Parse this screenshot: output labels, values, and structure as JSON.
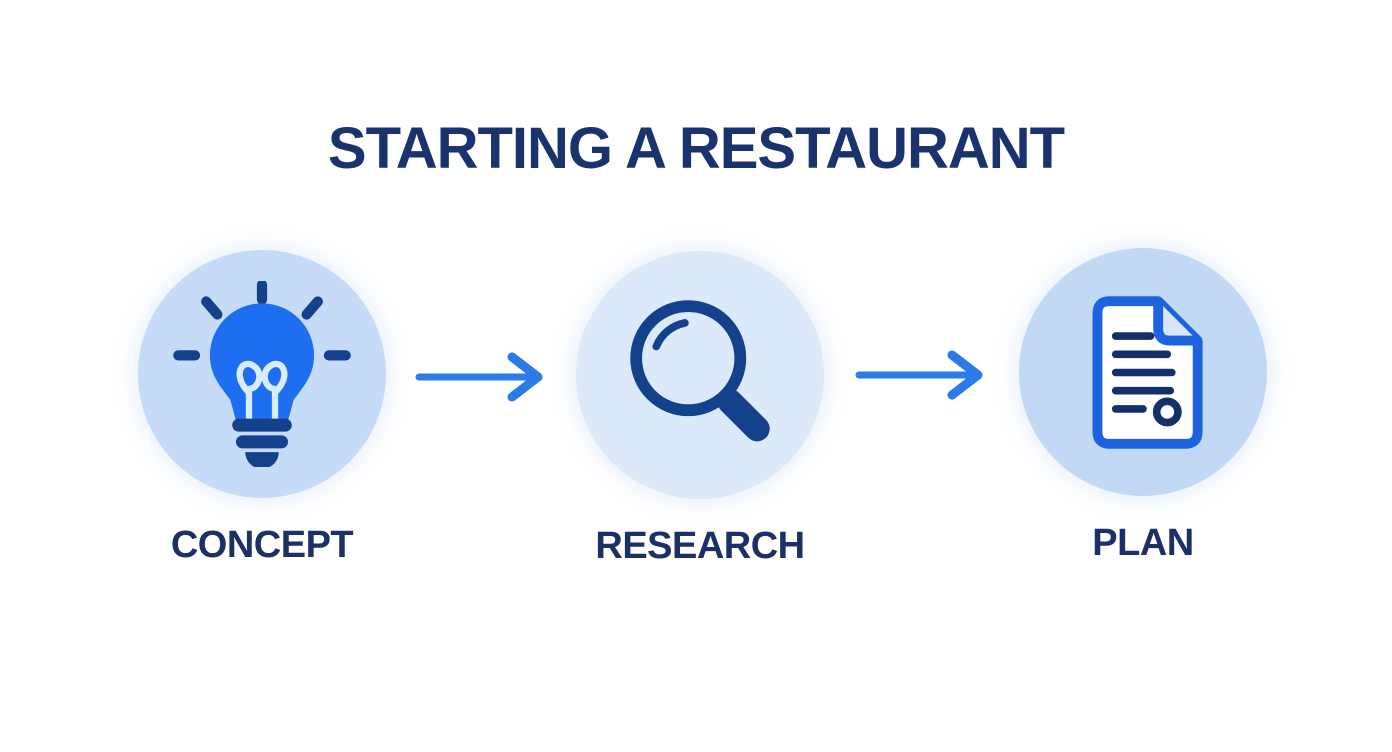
{
  "title": "STARTING A RESTAURANT",
  "steps": [
    {
      "label": "CONCEPT",
      "icon": "lightbulb-icon",
      "circle_color": "#c6dbf7"
    },
    {
      "label": "RESEARCH",
      "icon": "magnifier-icon",
      "circle_color": "#dbe9fa"
    },
    {
      "label": "PLAN",
      "icon": "document-icon",
      "circle_color": "#c2d9f6"
    }
  ],
  "colors": {
    "background": "#ffffff",
    "title_text": "#1a336e",
    "label_text": "#1c2f66",
    "arrow": "#2b7be8",
    "icon_navy": "#14418c",
    "icon_ink": "#14306b",
    "icon_bright_blue": "#1d6ef0",
    "document_border": "#1c63dd",
    "fold_fill": "#d7e6f8",
    "filament": "#d9ecfd"
  }
}
